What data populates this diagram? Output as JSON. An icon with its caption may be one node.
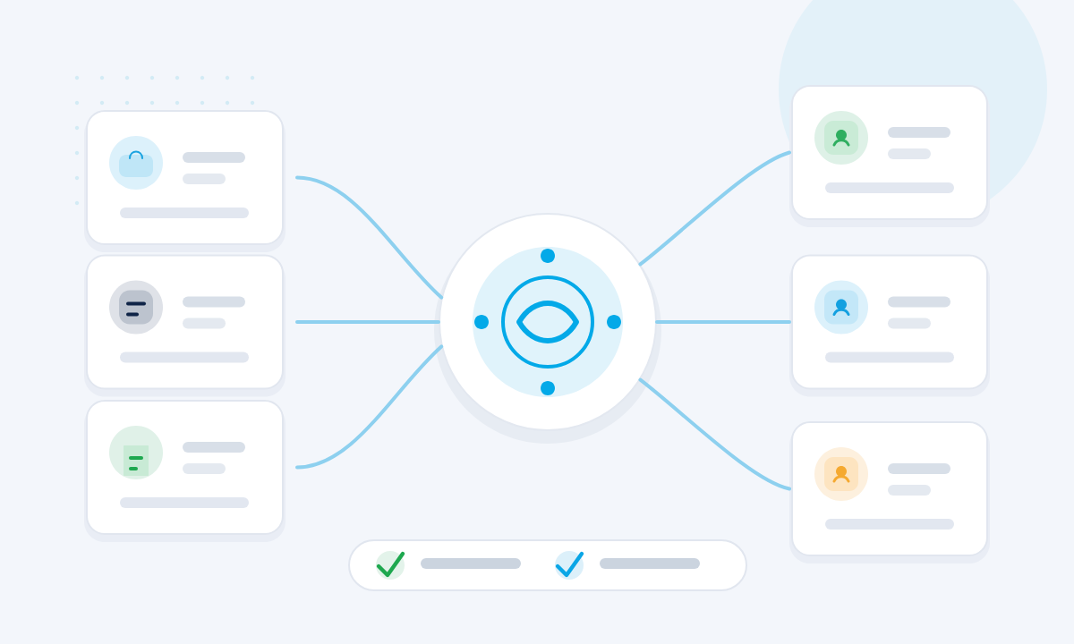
{
  "diagram": {
    "nodes": [
      {
        "text": [],
        "shape": "box"
      },
      {
        "text": [],
        "shape": "box"
      },
      {
        "text": [],
        "shape": "box"
      },
      {
        "text": [],
        "shape": "circle"
      },
      {
        "text": [],
        "shape": "box"
      },
      {
        "text": [],
        "shape": "box"
      },
      {
        "text": [],
        "shape": "box"
      },
      {
        "text": [],
        "shape": "box"
      }
    ],
    "edges": [
      {
        "from": 0,
        "to": 3,
        "arrow": "none"
      },
      {
        "from": 1,
        "to": 3,
        "arrow": "none"
      },
      {
        "from": 2,
        "to": 3,
        "arrow": "none"
      },
      {
        "from": 3,
        "to": 4,
        "arrow": "none"
      },
      {
        "from": 3,
        "to": 5,
        "arrow": "none"
      },
      {
        "from": 3,
        "to": 6,
        "arrow": "none"
      }
    ]
  }
}
